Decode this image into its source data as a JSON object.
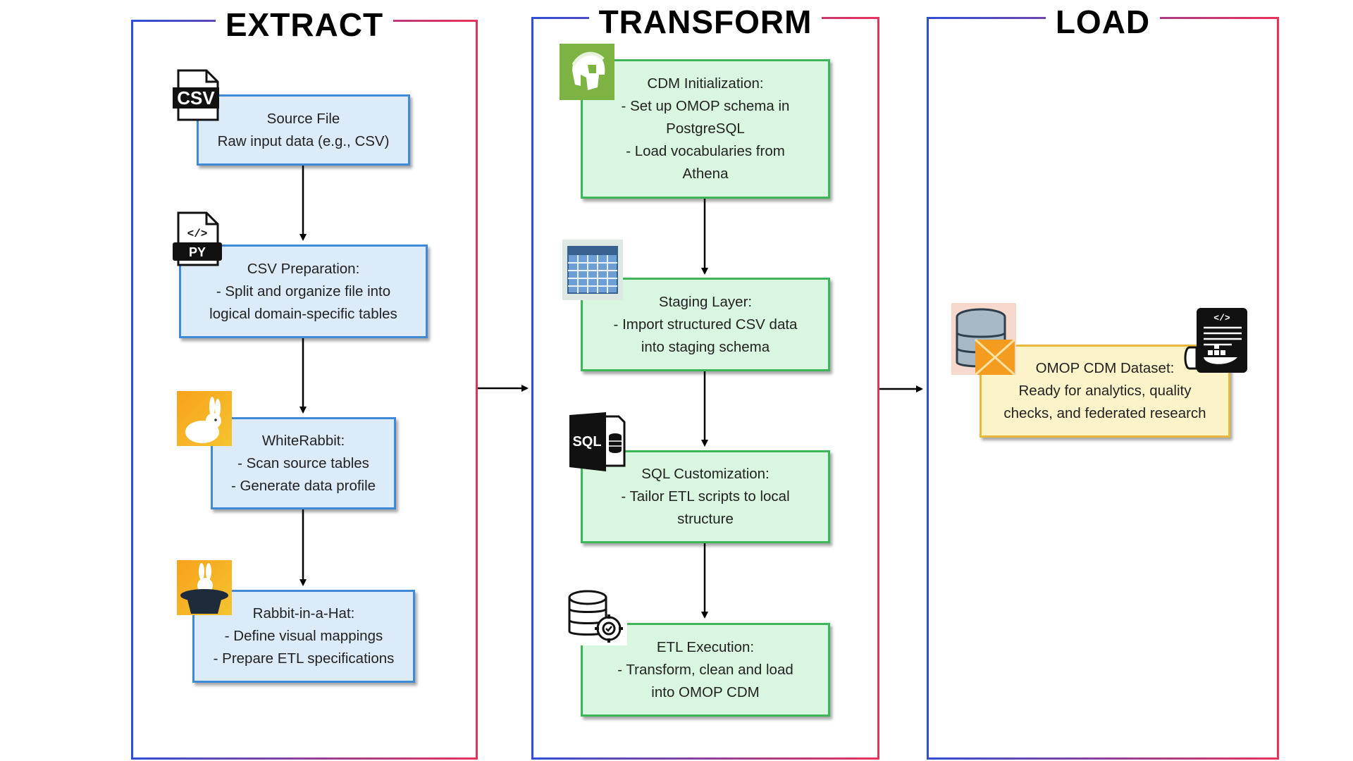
{
  "panels": {
    "extract": {
      "title": "EXTRACT"
    },
    "transform": {
      "title": "TRANSFORM"
    },
    "load": {
      "title": "LOAD"
    }
  },
  "extract_boxes": [
    {
      "lines": [
        "Source File",
        "Raw input data (e.g., CSV)"
      ]
    },
    {
      "lines": [
        "CSV Preparation:",
        "- Split and organize file into",
        "logical domain-specific tables"
      ]
    },
    {
      "lines": [
        "WhiteRabbit:",
        "- Scan source tables",
        "- Generate data profile"
      ]
    },
    {
      "lines": [
        "Rabbit-in-a-Hat:",
        "- Define visual mappings",
        "- Prepare ETL specifications"
      ]
    }
  ],
  "transform_boxes": [
    {
      "lines": [
        "CDM Initialization:",
        "- Set up OMOP schema in",
        "PostgreSQL",
        "- Load vocabularies from",
        "Athena"
      ]
    },
    {
      "lines": [
        "Staging Layer:",
        "- Import structured CSV data",
        "into staging schema"
      ]
    },
    {
      "lines": [
        "SQL Customization:",
        "- Tailor ETL scripts to local",
        "structure"
      ]
    },
    {
      "lines": [
        "ETL Execution:",
        "- Transform, clean and load",
        "into OMOP CDM"
      ]
    }
  ],
  "load_box": {
    "lines": [
      "OMOP CDM Dataset:",
      "Ready for analytics, quality",
      "checks, and federated research"
    ]
  },
  "icons": {
    "csv": {
      "name": "csv-file-icon",
      "text": "CSV"
    },
    "python": {
      "name": "python-file-icon",
      "code": "</>",
      "text": "PY"
    },
    "white_rabbit": {
      "name": "white-rabbit-icon"
    },
    "rabbit_hat": {
      "name": "rabbit-in-a-hat-icon"
    },
    "spartan": {
      "name": "spartan-helmet-icon"
    },
    "table": {
      "name": "table-grid-icon"
    },
    "sql": {
      "name": "sql-file-icon",
      "text": "SQL"
    },
    "db_gear": {
      "name": "database-gear-icon"
    },
    "db_omop": {
      "name": "omop-database-icon"
    },
    "docker": {
      "name": "docker-script-icon",
      "code": "</>"
    }
  },
  "colors": {
    "frame_blue": "#2f4fd8",
    "frame_red": "#e8325a",
    "extract_fill": "#dcebfa",
    "extract_border": "#3f89d6",
    "transform_fill": "#d9f6e0",
    "transform_border": "#3fb559",
    "load_fill": "#fdf3c9",
    "load_border": "#e8b83a"
  }
}
